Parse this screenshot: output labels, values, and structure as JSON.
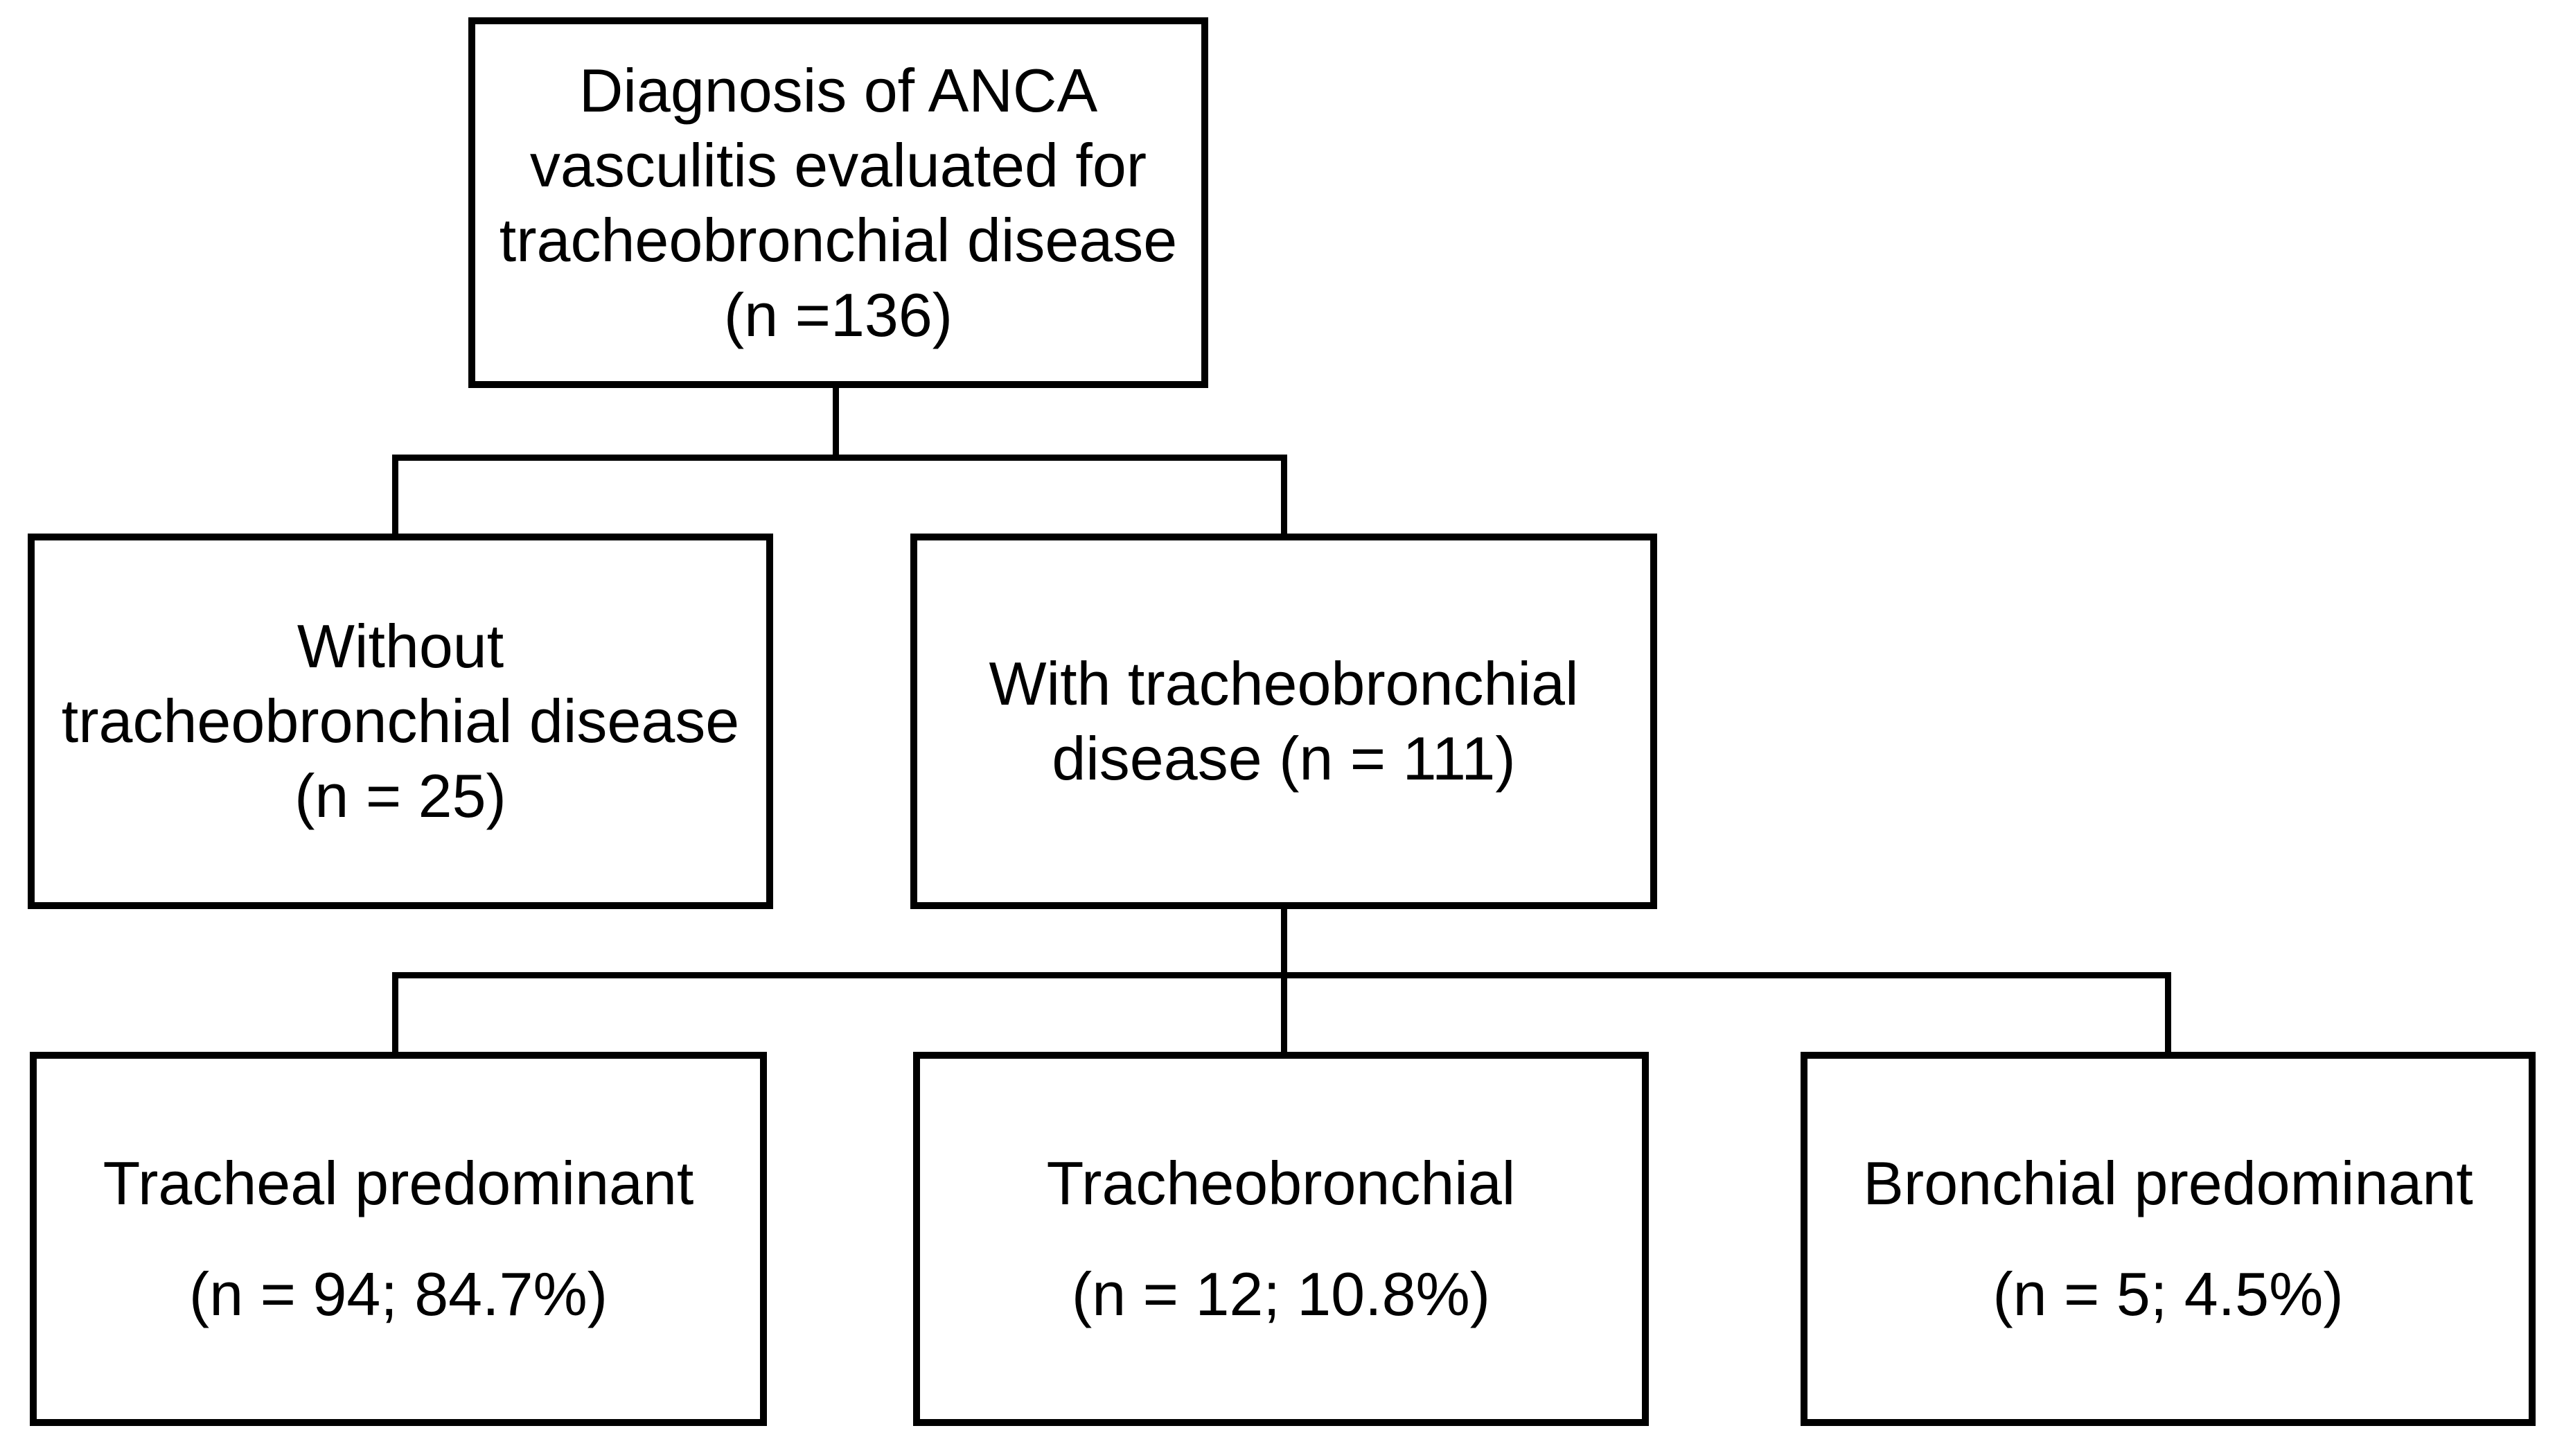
{
  "figure": {
    "type": "flowchart",
    "background_color": "#ffffff",
    "line_color": "#000000",
    "text_color": "#000000"
  },
  "nodes": {
    "diagnosis": {
      "lines": [
        "Diagnosis of ANCA",
        "vasculitis evaluated for",
        "tracheobronchial disease",
        "(n =136)"
      ]
    },
    "without_tbd": {
      "lines": [
        "Without",
        "tracheobronchial disease",
        "(n = 25)"
      ]
    },
    "with_tbd": {
      "lines": [
        "With tracheobronchial",
        "disease (n = 111)"
      ]
    },
    "tracheal_predominant": {
      "lines": [
        "Tracheal predominant",
        "(n = 94; 84.7%)"
      ]
    },
    "tracheobronchial": {
      "lines": [
        "Tracheobronchial",
        "(n = 12; 10.8%)"
      ]
    },
    "bronchial_predominant": {
      "lines": [
        "Bronchial predominant",
        "(n = 5; 4.5%)"
      ]
    }
  }
}
